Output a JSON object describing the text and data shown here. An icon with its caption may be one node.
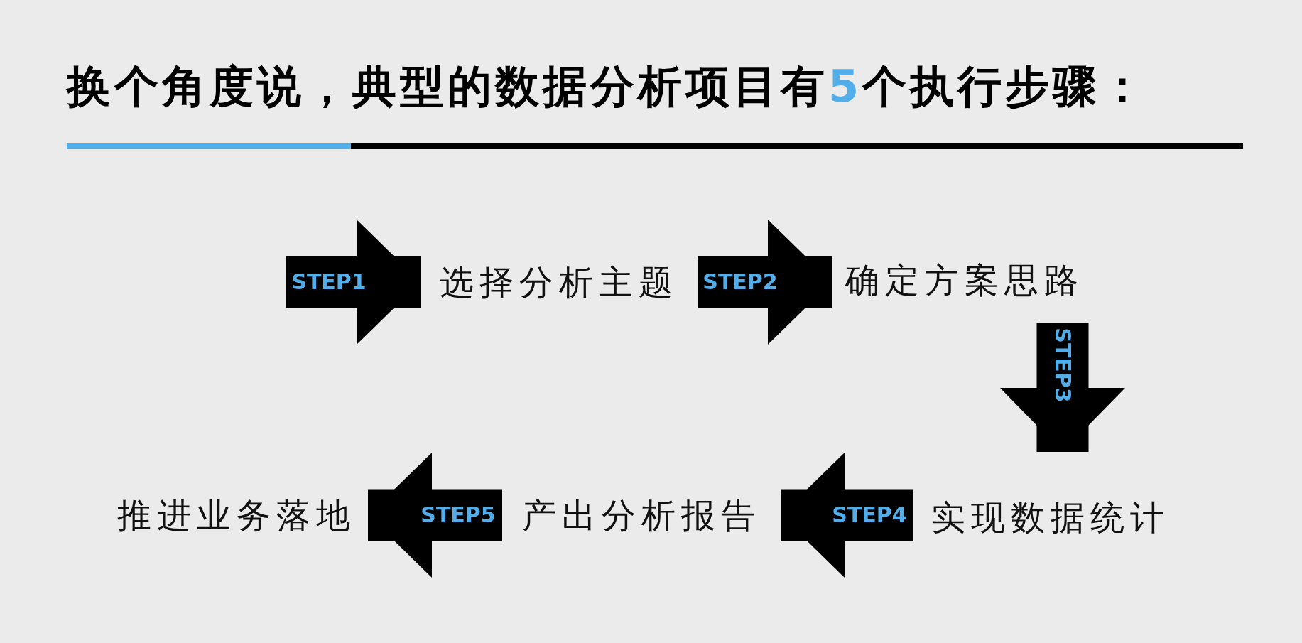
{
  "diagram": {
    "title": "换个角度说，典型的数据分析项目有**5**个执行步骤：",
    "nodes": [
      {
        "text": [
          "选择分析主题"
        ]
      },
      {
        "text": [
          "确定方案思路"
        ]
      },
      {
        "text": [
          "实现数据统计"
        ]
      },
      {
        "text": [
          "产出分析报告"
        ]
      },
      {
        "text": [
          "推进业务落地"
        ]
      }
    ],
    "edges": [
      {
        "from": null,
        "to": 0,
        "arrow": "to",
        "label": "STEP1"
      },
      {
        "from": 0,
        "to": 1,
        "arrow": "to",
        "label": "STEP2"
      },
      {
        "from": 1,
        "to": 2,
        "arrow": "to",
        "label": "STEP3"
      },
      {
        "from": 2,
        "to": 3,
        "arrow": "to",
        "label": "STEP4"
      },
      {
        "from": 3,
        "to": 4,
        "arrow": "to",
        "label": "STEP5"
      }
    ]
  }
}
